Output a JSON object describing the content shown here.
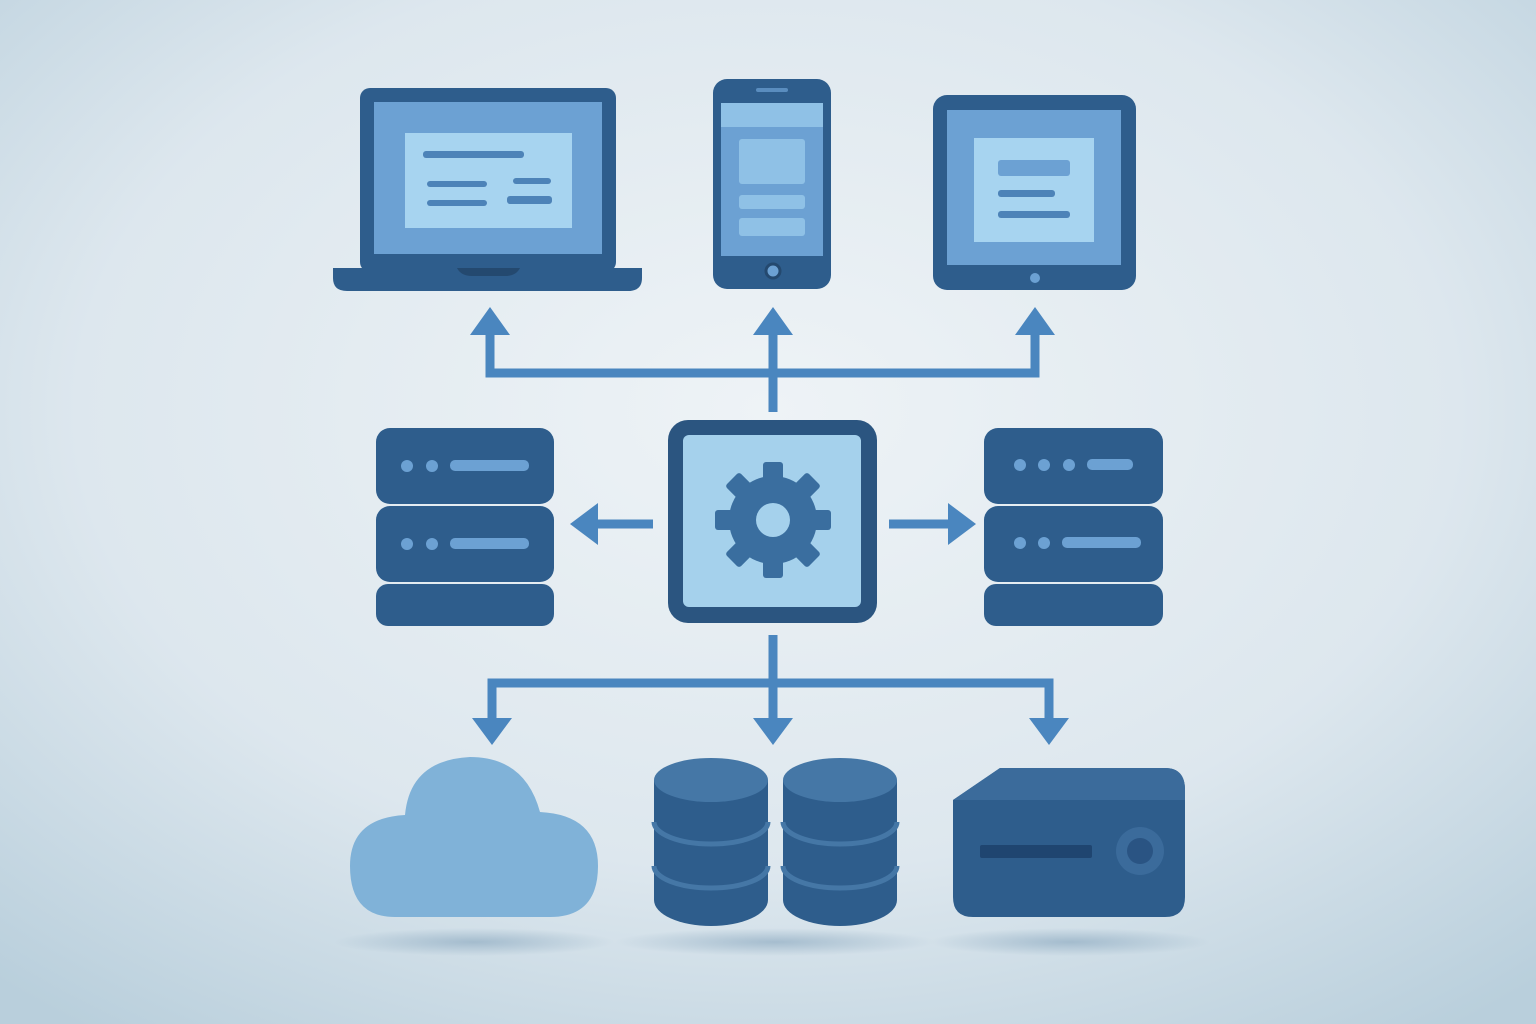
{
  "diagram": {
    "nodes": [
      {
        "id": "laptop",
        "icon": "laptop-icon"
      },
      {
        "id": "phone",
        "icon": "smartphone-icon"
      },
      {
        "id": "tablet",
        "icon": "tablet-icon"
      },
      {
        "id": "hub",
        "icon": "gear-icon"
      },
      {
        "id": "server-left",
        "icon": "server-rack-icon"
      },
      {
        "id": "server-right",
        "icon": "server-rack-icon"
      },
      {
        "id": "cloud",
        "icon": "cloud-icon"
      },
      {
        "id": "databases",
        "icon": "database-icon"
      },
      {
        "id": "storage-box",
        "icon": "storage-device-icon"
      }
    ],
    "edges": [
      {
        "from": "hub",
        "to": "laptop"
      },
      {
        "from": "hub",
        "to": "phone"
      },
      {
        "from": "hub",
        "to": "tablet"
      },
      {
        "from": "hub",
        "to": "server-left"
      },
      {
        "from": "hub",
        "to": "server-right"
      },
      {
        "from": "hub",
        "to": "cloud"
      },
      {
        "from": "hub",
        "to": "databases"
      },
      {
        "from": "hub",
        "to": "storage-box"
      }
    ]
  },
  "colors": {
    "background_center": "#eef3f6",
    "background_edge": "#bfd3df",
    "device_dark": "#2d5a88",
    "screen": "#6ca1d3",
    "card": "#a7d4f0",
    "arrow": "#4a86bf",
    "cloud": "#80b2d8"
  }
}
